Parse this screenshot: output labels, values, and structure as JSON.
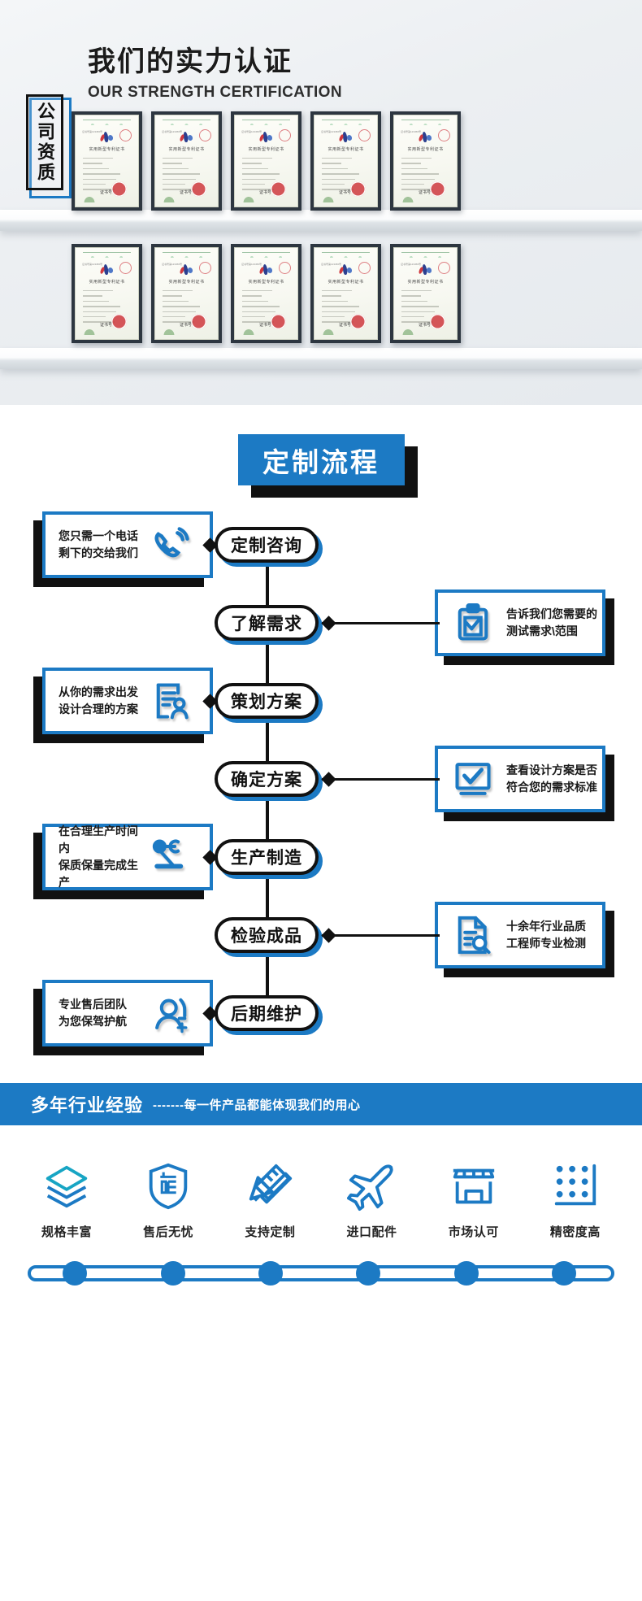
{
  "certification": {
    "title_cn": "我们的实力认证",
    "title_en": "OUR STRENGTH CERTIFICATION",
    "vertical_label": "公司资质",
    "certificate_heading": "实用新型专利证书",
    "certificate_signature": "证书号",
    "certificate_corner": "证书号第123456号",
    "count_row1": 5,
    "count_row2": 5
  },
  "process": {
    "title": "定制流程",
    "accent_color": "#1c7ac4",
    "steps": [
      {
        "node": "定制咨询",
        "side": "left",
        "desc": "您只需一个电话\n剩下的交给我们",
        "icon": "phone-ring-icon"
      },
      {
        "node": "了解需求",
        "side": "right",
        "desc": "告诉我们您需要的\n测试需求\\范围",
        "icon": "clipboard-check-icon"
      },
      {
        "node": "策划方案",
        "side": "left",
        "desc": "从你的需求出发\n设计合理的方案",
        "icon": "document-person-icon"
      },
      {
        "node": "确定方案",
        "side": "right",
        "desc": "查看设计方案是否\n符合您的需求标准",
        "icon": "monitor-check-icon"
      },
      {
        "node": "生产制造",
        "side": "left",
        "desc": "在合理生产时间内\n保质保量完成生产",
        "icon": "robot-arm-icon"
      },
      {
        "node": "检验成品",
        "side": "right",
        "desc": "十余年行业品质\n工程师专业检测",
        "icon": "document-search-icon"
      },
      {
        "node": "后期维护",
        "side": "left",
        "desc": "专业售后团队\n为您保驾护航",
        "icon": "headset-support-icon"
      }
    ]
  },
  "experience_banner": {
    "main": "多年行业经验",
    "sub": "-------每一件产品都能体现我们的用心"
  },
  "features": {
    "items": [
      {
        "label": "规格丰富",
        "icon": "layers-icon"
      },
      {
        "label": "售后无忧",
        "icon": "shield-sale-icon"
      },
      {
        "label": "支持定制",
        "icon": "pencil-ruler-icon"
      },
      {
        "label": "进口配件",
        "icon": "airplane-icon"
      },
      {
        "label": "市场认可",
        "icon": "store-icon"
      },
      {
        "label": "精密度高",
        "icon": "dot-matrix-icon"
      }
    ],
    "track_dots": 6
  }
}
